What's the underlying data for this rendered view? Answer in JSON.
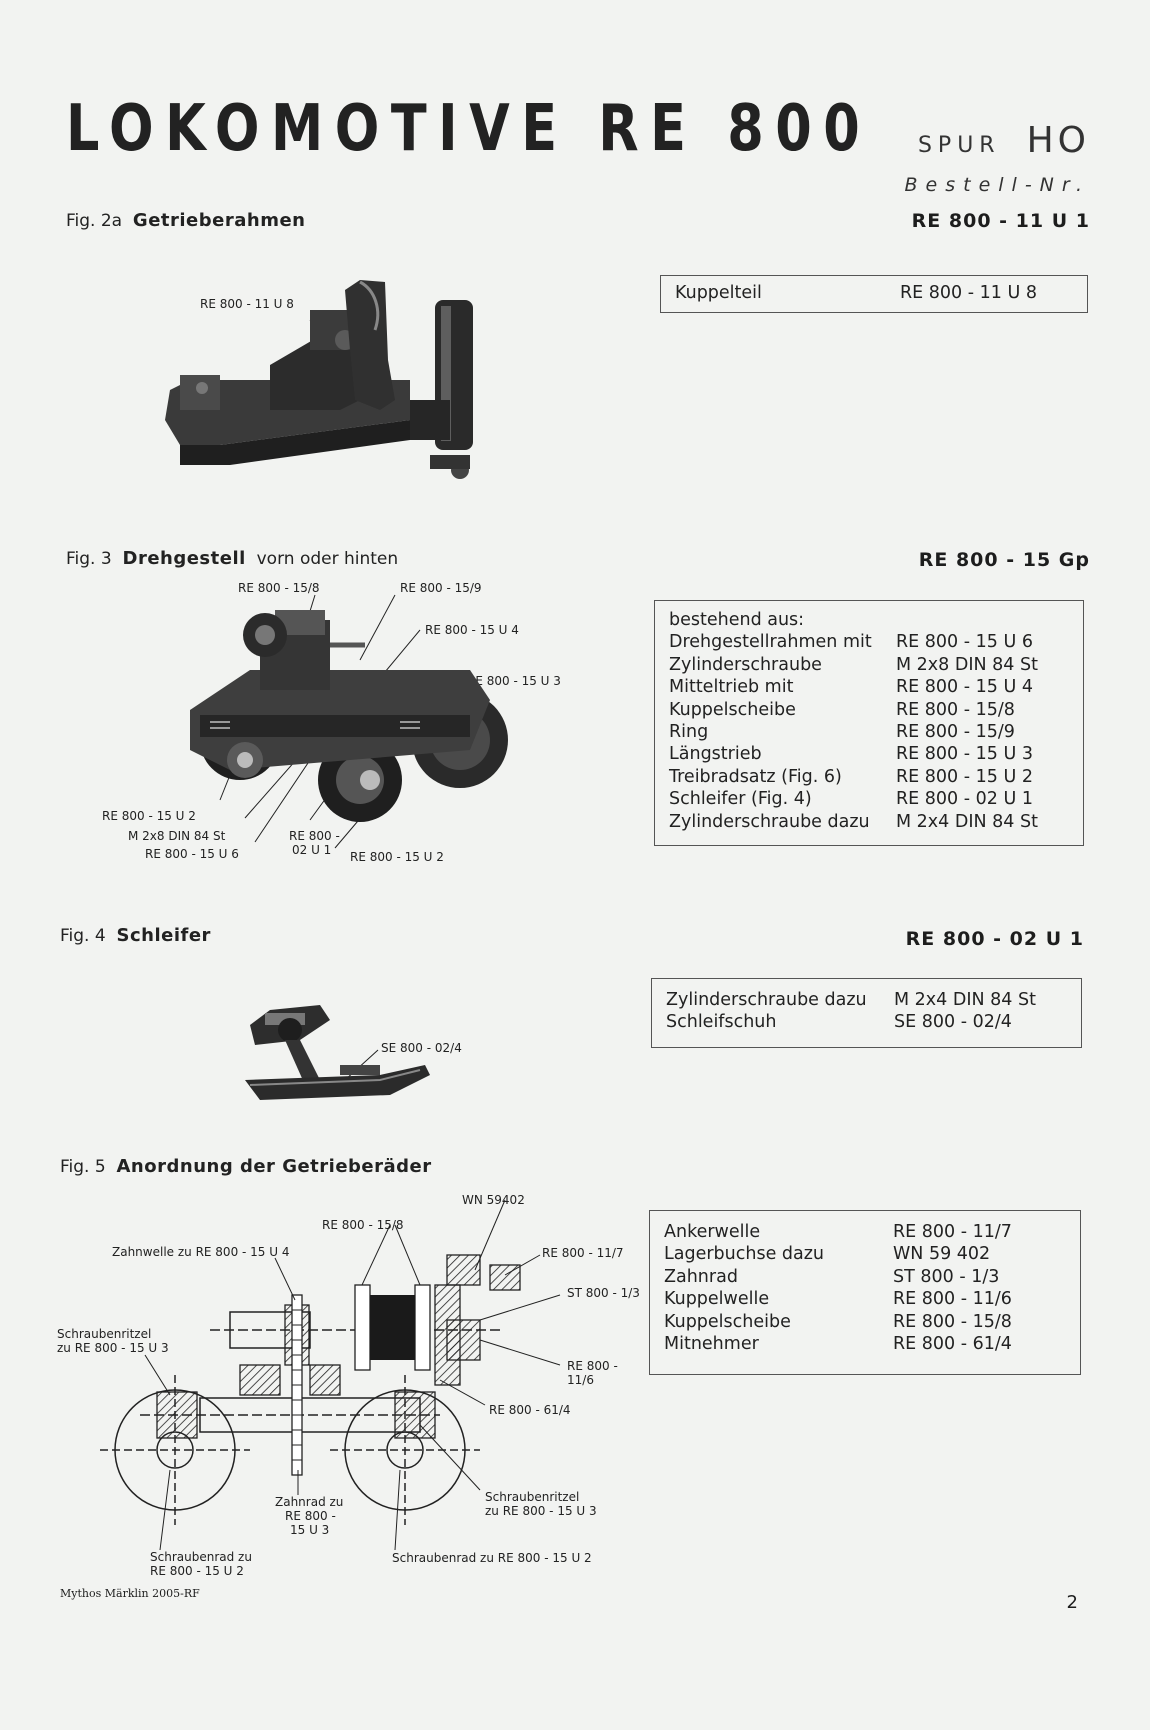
{
  "header": {
    "title": "LOKOMOTIVE RE 800",
    "spur_prefix": "SPUR",
    "spur": "HO",
    "bestell": "Bestell-Nr."
  },
  "fig2a": {
    "prefix": "Fig. 2a",
    "title": "Getrieberahmen",
    "part_no": "RE 800 - 11 U 1",
    "callout": "RE 800 - 11 U 8",
    "table": [
      {
        "name": "Kuppelteil",
        "code": "RE  800 - 11 U 8"
      }
    ]
  },
  "fig3": {
    "prefix": "Fig. 3",
    "title": "Drehgestell",
    "subtitle": "vorn oder hinten",
    "part_no": "RE 800 - 15 Gp",
    "callouts": {
      "c158": "RE 800 - 15/8",
      "c159": "RE 800 - 15/9",
      "u4": "RE 800 - 15 U 4",
      "u3": "RE 800 - 15 U 3",
      "u2a": "RE 800 - 15 U 2",
      "m2x8": "M 2x8 DIN 84 St",
      "u6": "RE 800 - 15 U 6",
      "re800a": "RE 800 -",
      "re800b": "02 U 1",
      "u2b": "RE 800 - 15 U 2"
    },
    "table_header": "bestehend aus:",
    "table": [
      {
        "name": "Drehgestellrahmen mit",
        "code": "RE  800 - 15 U 6"
      },
      {
        "name": "Zylinderschraube",
        "code": "M 2x8 DIN 84 St"
      },
      {
        "name": "Mitteltrieb mit",
        "code": "RE  800 - 15 U 4"
      },
      {
        "name": "Kuppelscheibe",
        "code": "RE  800 - 15/8"
      },
      {
        "name": "Ring",
        "code": "RE  800 - 15/9"
      },
      {
        "name": "Längstrieb",
        "code": "RE  800 - 15 U 3"
      },
      {
        "name": "Treibradsatz (Fig. 6)",
        "code": "RE  800 - 15 U 2"
      },
      {
        "name": "Schleifer (Fig. 4)",
        "code": "RE  800 - 02 U 1"
      },
      {
        "name": "Zylinderschraube dazu",
        "code": "M 2x4 DIN 84 St"
      }
    ]
  },
  "fig4": {
    "prefix": "Fig. 4",
    "title": "Schleifer",
    "part_no": "RE 800 - 02 U 1",
    "callout": "SE 800 - 02/4",
    "table": [
      {
        "name": "Zylinderschraube dazu",
        "code": "M 2x4 DIN 84 St"
      },
      {
        "name": "Schleifschuh",
        "code": "SE  800 - 02/4"
      }
    ]
  },
  "fig5": {
    "prefix": "Fig. 5",
    "title": "Anordnung der Getrieberäder",
    "callouts": {
      "wn": "WN 59402",
      "c158": "RE 800 - 15/8",
      "zahnwelle": "Zahnwelle zu RE 800 - 15 U 4",
      "c117": "RE 800 - 11/7",
      "st": "ST 800 - 1/3",
      "schraubenritzel_l1": "Schraubenritzel",
      "schraubenritzel_l2": "zu RE 800 - 15 U 3",
      "c116a": "RE 800 -",
      "c116b": "11/6",
      "c614": "RE 800 - 61/4",
      "zahnrad1": "Zahnrad zu",
      "zahnrad2": "RE 800 -",
      "zahnrad3": "15 U 3",
      "schraubenritzel_r1": "Schraubenritzel",
      "schraubenritzel_r2": "zu RE 800 - 15 U 3",
      "schraubenrad_l1": "Schraubenrad zu",
      "schraubenrad_l2": "RE 800 - 15 U 2",
      "schraubenrad_r": "Schraubenrad zu RE 800 - 15 U 2"
    },
    "table": [
      {
        "name": "Ankerwelle",
        "code": "RE  800 - 11/7"
      },
      {
        "name": "Lagerbuchse dazu",
        "code": "WN  59 402"
      },
      {
        "name": "Zahnrad",
        "code": "ST  800 - 1/3"
      },
      {
        "name": "Kuppelwelle",
        "code": "RE  800 - 11/6"
      },
      {
        "name": "Kuppelscheibe",
        "code": "RE  800 - 15/8"
      },
      {
        "name": "Mitnehmer",
        "code": "RE  800 - 61/4"
      }
    ]
  },
  "footer": {
    "credit": "Mythos Märklin 2005-RF",
    "page": "2"
  }
}
